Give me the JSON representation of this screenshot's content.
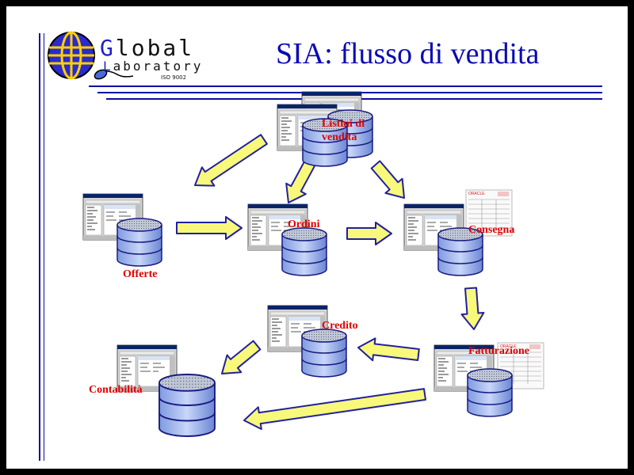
{
  "slide": {
    "title": "SIA: flusso di vendita",
    "logo": {
      "word_first": "G",
      "word_rest": "lobal",
      "word2_first": "L",
      "word2_rest": "aboratory",
      "certification": "ISO 9002"
    }
  },
  "diagram": {
    "nodes": [
      {
        "id": "listini",
        "label": "Listini di vendita"
      },
      {
        "id": "offerte",
        "label": "Offerte"
      },
      {
        "id": "ordini",
        "label": "Ordini"
      },
      {
        "id": "consegna",
        "label": "Consegna"
      },
      {
        "id": "fatturazione",
        "label": "Fatturazione"
      },
      {
        "id": "credito",
        "label": "Credito"
      },
      {
        "id": "contabilita",
        "label": "Contabilità"
      }
    ],
    "edges": [
      {
        "from": "listini",
        "to": "offerte"
      },
      {
        "from": "listini",
        "to": "ordini"
      },
      {
        "from": "listini",
        "to": "consegna"
      },
      {
        "from": "offerte",
        "to": "ordini"
      },
      {
        "from": "ordini",
        "to": "consegna"
      },
      {
        "from": "consegna",
        "to": "fatturazione"
      },
      {
        "from": "fatturazione",
        "to": "credito"
      },
      {
        "from": "credito",
        "to": "contabilita"
      },
      {
        "from": "fatturazione",
        "to": "contabilita"
      }
    ]
  },
  "colors": {
    "title": "#0a0ab4",
    "rule_lines": "#0a0aa0",
    "node_label": "#e00000",
    "arrow_fill": "#f8f87a",
    "arrow_stroke": "#2020a0",
    "database_fill": "#9fb6ec",
    "database_stroke": "#1a1a80"
  },
  "icons": [
    "globe-logo-icon",
    "mouse-icon",
    "screen-window-icon",
    "database-cylinder-icon",
    "report-document-icon"
  ]
}
